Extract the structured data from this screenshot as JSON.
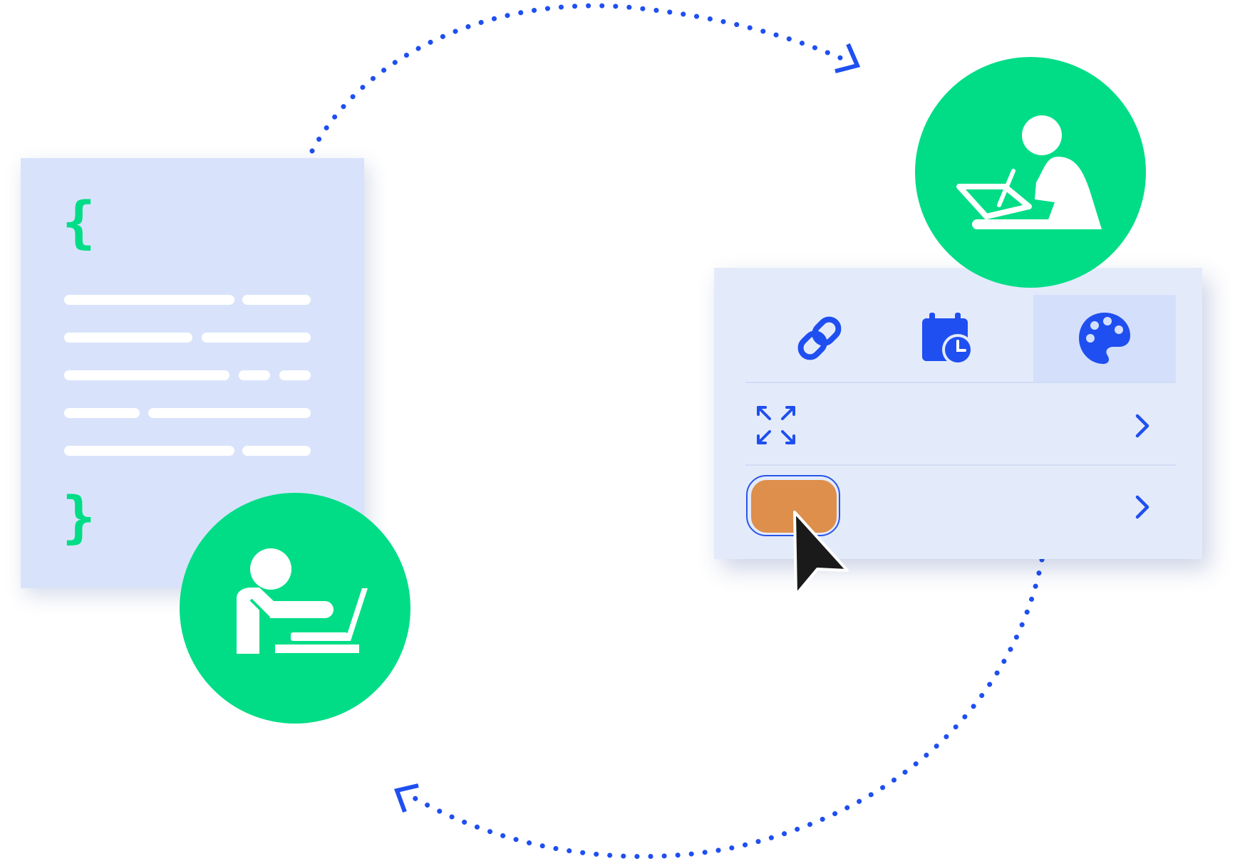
{
  "colors": {
    "accent_blue": "#1f4ff0",
    "green": "#00dd86",
    "doc_bg": "#d8e3fb",
    "panel_bg": "#e3ebfb",
    "tab_active_bg": "#d4e0fb",
    "divider": "#d0dcf5",
    "swatch_orange": "#de8f4c",
    "cursor": "#1a1a1a",
    "white": "#ffffff"
  },
  "document": {
    "open_brace": "{",
    "close_brace": "}"
  },
  "panel": {
    "tabs": [
      {
        "icon": "link-icon",
        "active": false
      },
      {
        "icon": "calendar-clock-icon",
        "active": false
      },
      {
        "icon": "palette-icon",
        "active": true
      }
    ],
    "rows": [
      {
        "icon": "expand-icon",
        "trailing": "chevron-right-icon"
      },
      {
        "icon": "color-swatch",
        "trailing": "chevron-right-icon"
      }
    ]
  },
  "avatars": [
    {
      "icon": "person-with-laptop-icon"
    },
    {
      "icon": "person-drawing-icon"
    }
  ],
  "cycle_arrows": [
    "clockwise-dotted-arrow-top",
    "clockwise-dotted-arrow-bottom"
  ]
}
